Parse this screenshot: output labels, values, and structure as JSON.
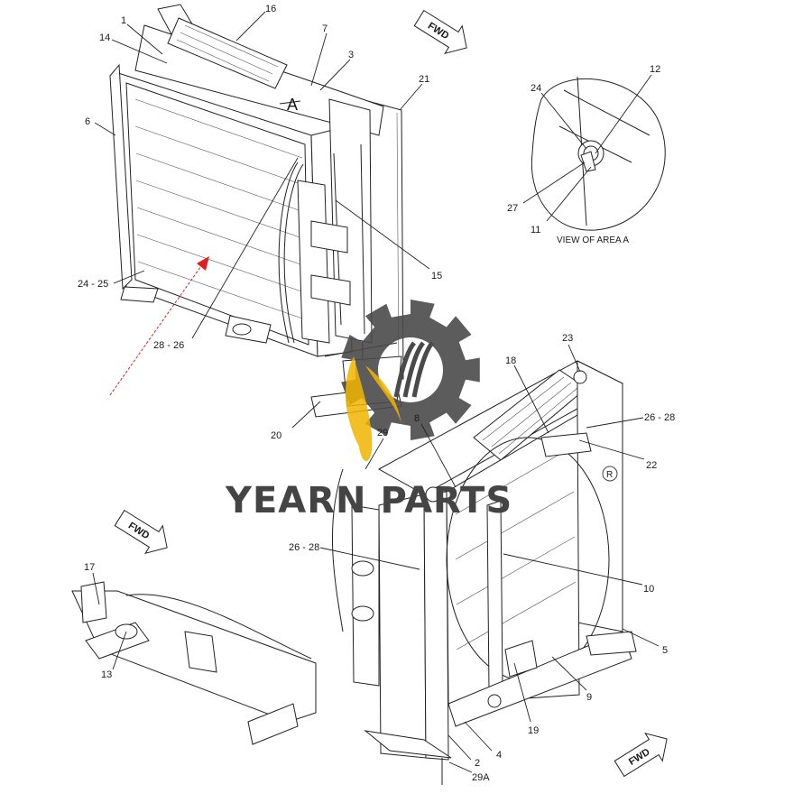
{
  "callouts": {
    "c1": "1",
    "c14": "14",
    "c16": "16",
    "c7": "7",
    "c3": "3",
    "c21": "21",
    "c6": "6",
    "c15": "15",
    "c24_25": "24 - 25",
    "c28_26": "28 - 26",
    "c20": "20",
    "c29": "29",
    "c8": "8",
    "c18": "18",
    "c23": "23",
    "c26_28_top": "26 - 28",
    "c22": "22",
    "c10": "10",
    "c26_28_left": "26 - 28",
    "c5": "5",
    "c9": "9",
    "c19": "19",
    "c4": "4",
    "c2": "2",
    "c29a": "29A",
    "c17": "17",
    "c13": "13",
    "c24": "24",
    "c12": "12",
    "c27": "27",
    "c11": "11"
  },
  "area_marker": "A",
  "view_label": "VIEW OF AREA A",
  "fwd_label": "FWD",
  "watermark": {
    "brand": "YEARN PARTS",
    "registered": "R",
    "gear_color": "#4a4a4a",
    "flame_color": "#f0b400"
  },
  "annotation_arrow_color": "#e02020"
}
